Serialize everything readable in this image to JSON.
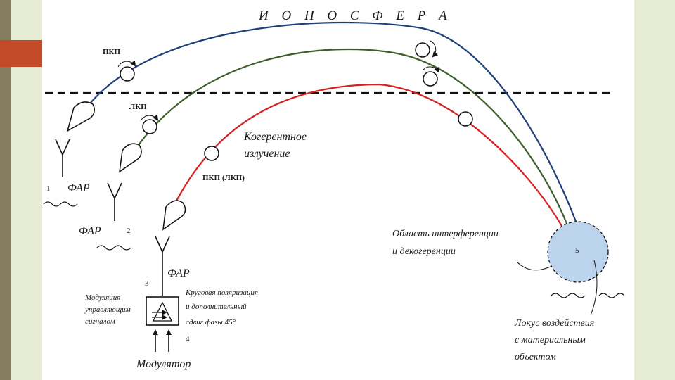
{
  "title": "И О Н О С Ф Е Р А",
  "labels": {
    "pkp": "ПКП",
    "lkp": "ЛКП",
    "coherent_line1": "Когерентное",
    "coherent_line2": "излучение",
    "pkp_lkp": "ПКП (ЛКП)",
    "num1": "1",
    "num2": "2",
    "num3": "3",
    "num4": "4",
    "num5": "5",
    "far1": "ФАР",
    "far2": "ФАР",
    "far3": "ФАР",
    "interference_line1": "Область интерференции",
    "interference_line2": "и   декогеренции",
    "locus_line1": "Локус воздействия",
    "locus_line2": "с материальным",
    "locus_line3": "объектом",
    "modulation_line1": "Модуляция",
    "modulation_line2": "управляющим",
    "modulation_line3": "сигналом",
    "polarization_line1": "Круговая поляризация",
    "polarization_line2": "и дополнительный",
    "polarization_line3": "сдвиг фазы 45°",
    "modulator": "Модулятор"
  },
  "colors": {
    "beam_blue": "#1f3f7a",
    "beam_green": "#3c5f2a",
    "beam_red": "#d42020",
    "target_fill": "#bcd3ee",
    "side_bar": "#857b5f",
    "accent": "#c44a2a",
    "background": "#e6ebd3"
  },
  "icons": [
    "antenna-icon",
    "polarization-circle-icon",
    "beam-lobe-icon",
    "modulator-block-icon"
  ]
}
